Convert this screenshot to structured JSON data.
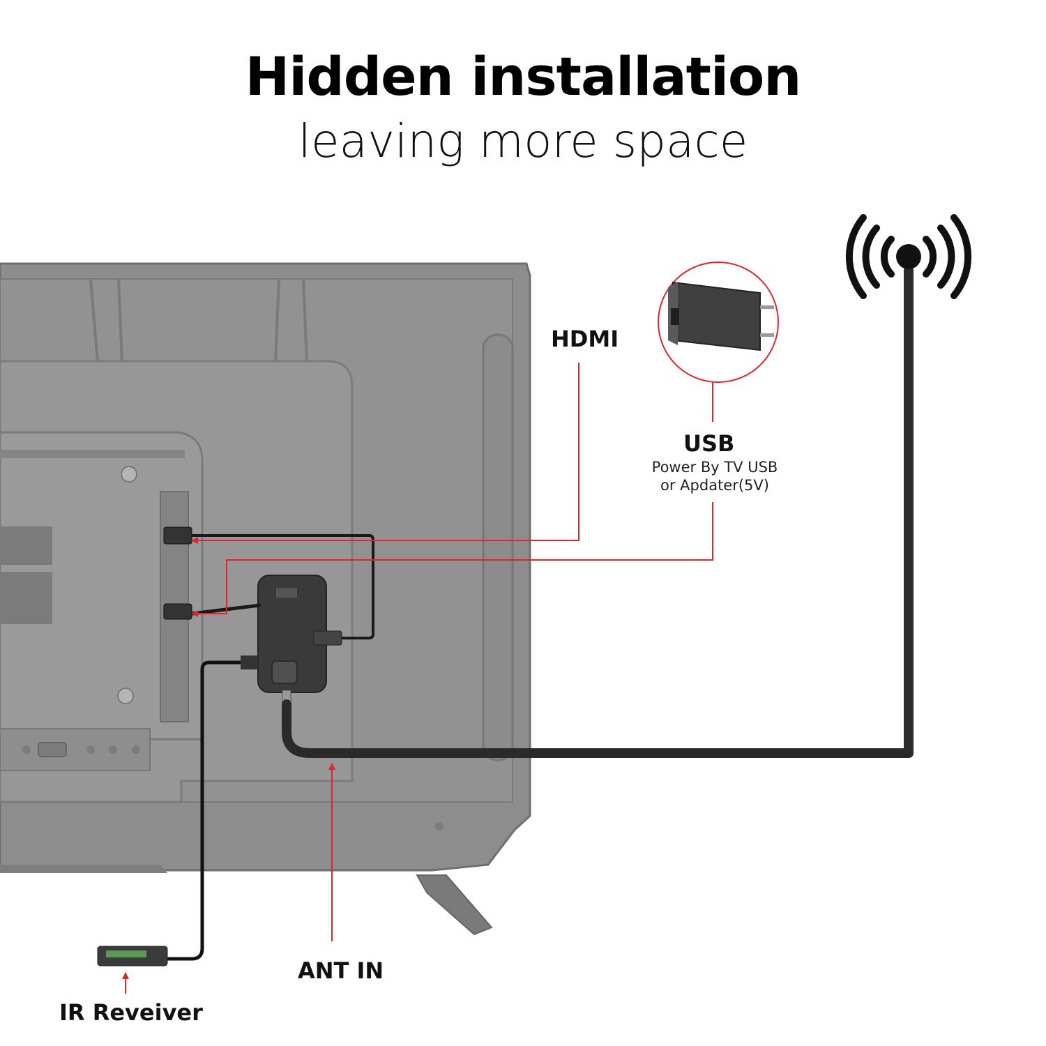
{
  "heading": {
    "title": "Hidden installation",
    "subtitle": "leaving more space"
  },
  "labels": {
    "hdmi": "HDMI",
    "usb": "USB",
    "usb_note_line1": "Power By TV USB",
    "usb_note_line2": "or Apdater(5V)",
    "ant_in": "ANT IN",
    "ir_receiver": "IR Reveiver"
  },
  "colors": {
    "accent_red": "#e3242b",
    "tv_gray": "#8a8a8a",
    "cable_dark": "#2a2a2a"
  },
  "icons": {
    "antenna": "antenna-broadcast-icon",
    "adapter": "usb-power-adapter-icon"
  }
}
